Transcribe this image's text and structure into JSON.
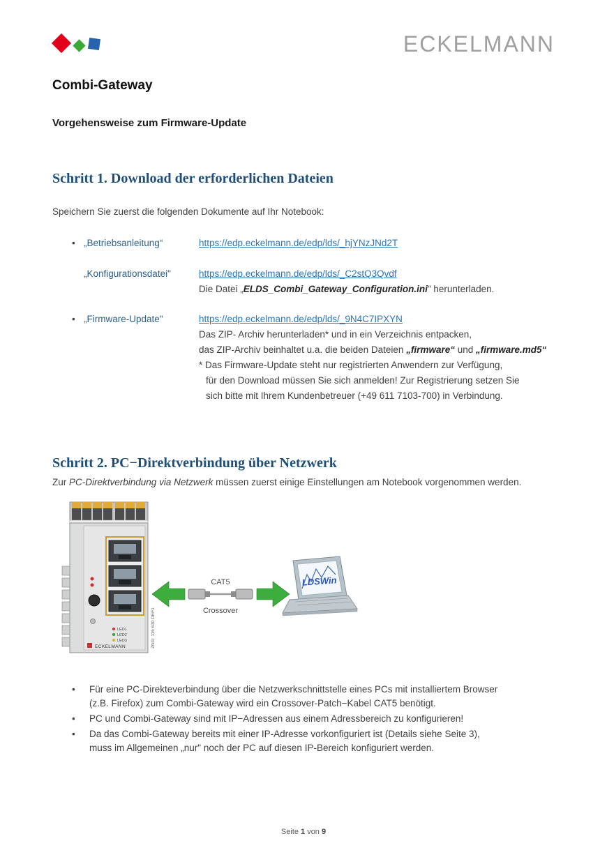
{
  "header": {
    "brand": "ECKELMANN",
    "title": "Combi-Gateway",
    "subtitle": "Vorgehensweise zum Firmware-Update"
  },
  "section1": {
    "heading": "Schritt 1. Download der erforderlichen Dateien",
    "intro": "Speichern Sie zuerst die folgenden Dokumente auf Ihr Notebook:",
    "items": [
      {
        "label": "„Betriebsanleitung“",
        "url": "https://edp.eckelmann.de/edp/lds/_hjYNzJNd2T"
      },
      {
        "label": "„Konfigurationsdatei\"",
        "url": "https://edp.eckelmann.de/edp/lds/_C2stQ3Qvdf",
        "note_pre": "Die Datei „",
        "note_file": "ELDS_Combi_Gateway_Configuration.ini",
        "note_post": "\" herunterladen."
      },
      {
        "label": "„Firmware-Update\"",
        "url": "https://edp.eckelmann.de/edp/lds/_9N4C7IPXYN",
        "note1": "Das ZIP- Archiv herunterladen* und in ein Verzeichnis entpacken,",
        "note2_pre": "das ZIP-Archiv beinhaltet u.a. die beiden Dateien ",
        "note2_b1": "„firmware“",
        "note2_mid": " und ",
        "note2_b2": "„firmware.md5“",
        "note3": "* Das Firmware-Update steht nur registrierten Anwendern zur Verfügung,",
        "note4": "für den Download müssen Sie sich anmelden! Zur Registrierung setzen Sie",
        "note5": "sich bitte mit Ihrem Kundenbetreuer (+49 611 7103-700) in Verbindung."
      }
    ]
  },
  "section2": {
    "heading": "Schritt 2. PC−Direktverbindung über Netzwerk",
    "intro_pre": "Zur ",
    "intro_italic": "PC-Direktverbindung via Netzwerk",
    "intro_post": " müssen zuerst einige Einstellungen am Notebook vorgenommen werden.",
    "bullets": [
      [
        "Für eine PC-Direkteverbindung über die Netzwerkschnittstelle eines PCs mit installiertem Browser",
        "(z.B. Firefox) zum Combi-Gateway wird ein Crossover-Patch−Kabel CAT5 benötigt."
      ],
      [
        "PC und Combi-Gateway sind mit IP−Adressen aus einem Adressbereich zu konfigurieren!"
      ],
      [
        "Da das Combi-Gateway bereits mit einer IP-Adresse vorkonfiguriert ist (Details siehe Seite 3),",
        "muss im Allgemeinen „nur\" noch der PC auf diesen IP-Bereich konfiguriert werden."
      ]
    ]
  },
  "diagram": {
    "cable_label": "CAT5",
    "cable_sublabel": "Crossover",
    "laptop_label": "LDSWin",
    "device_brand": "ECKELMANN",
    "device_code": "ZNG: 116 630 DEF1",
    "led_labels": [
      "LED1",
      "LED2",
      "LED3"
    ]
  },
  "footer": {
    "word_page": "Seite",
    "page": "1",
    "word_of": "von",
    "total": "9"
  },
  "colors": {
    "heading_blue": "#1F4E79",
    "link_blue": "#2E74B5",
    "label_blue": "#2B5F8A",
    "arrow_green": "#3DAE3D",
    "logo_red": "#E2001A",
    "logo_green": "#3AAA35",
    "logo_blue": "#2662AE"
  }
}
